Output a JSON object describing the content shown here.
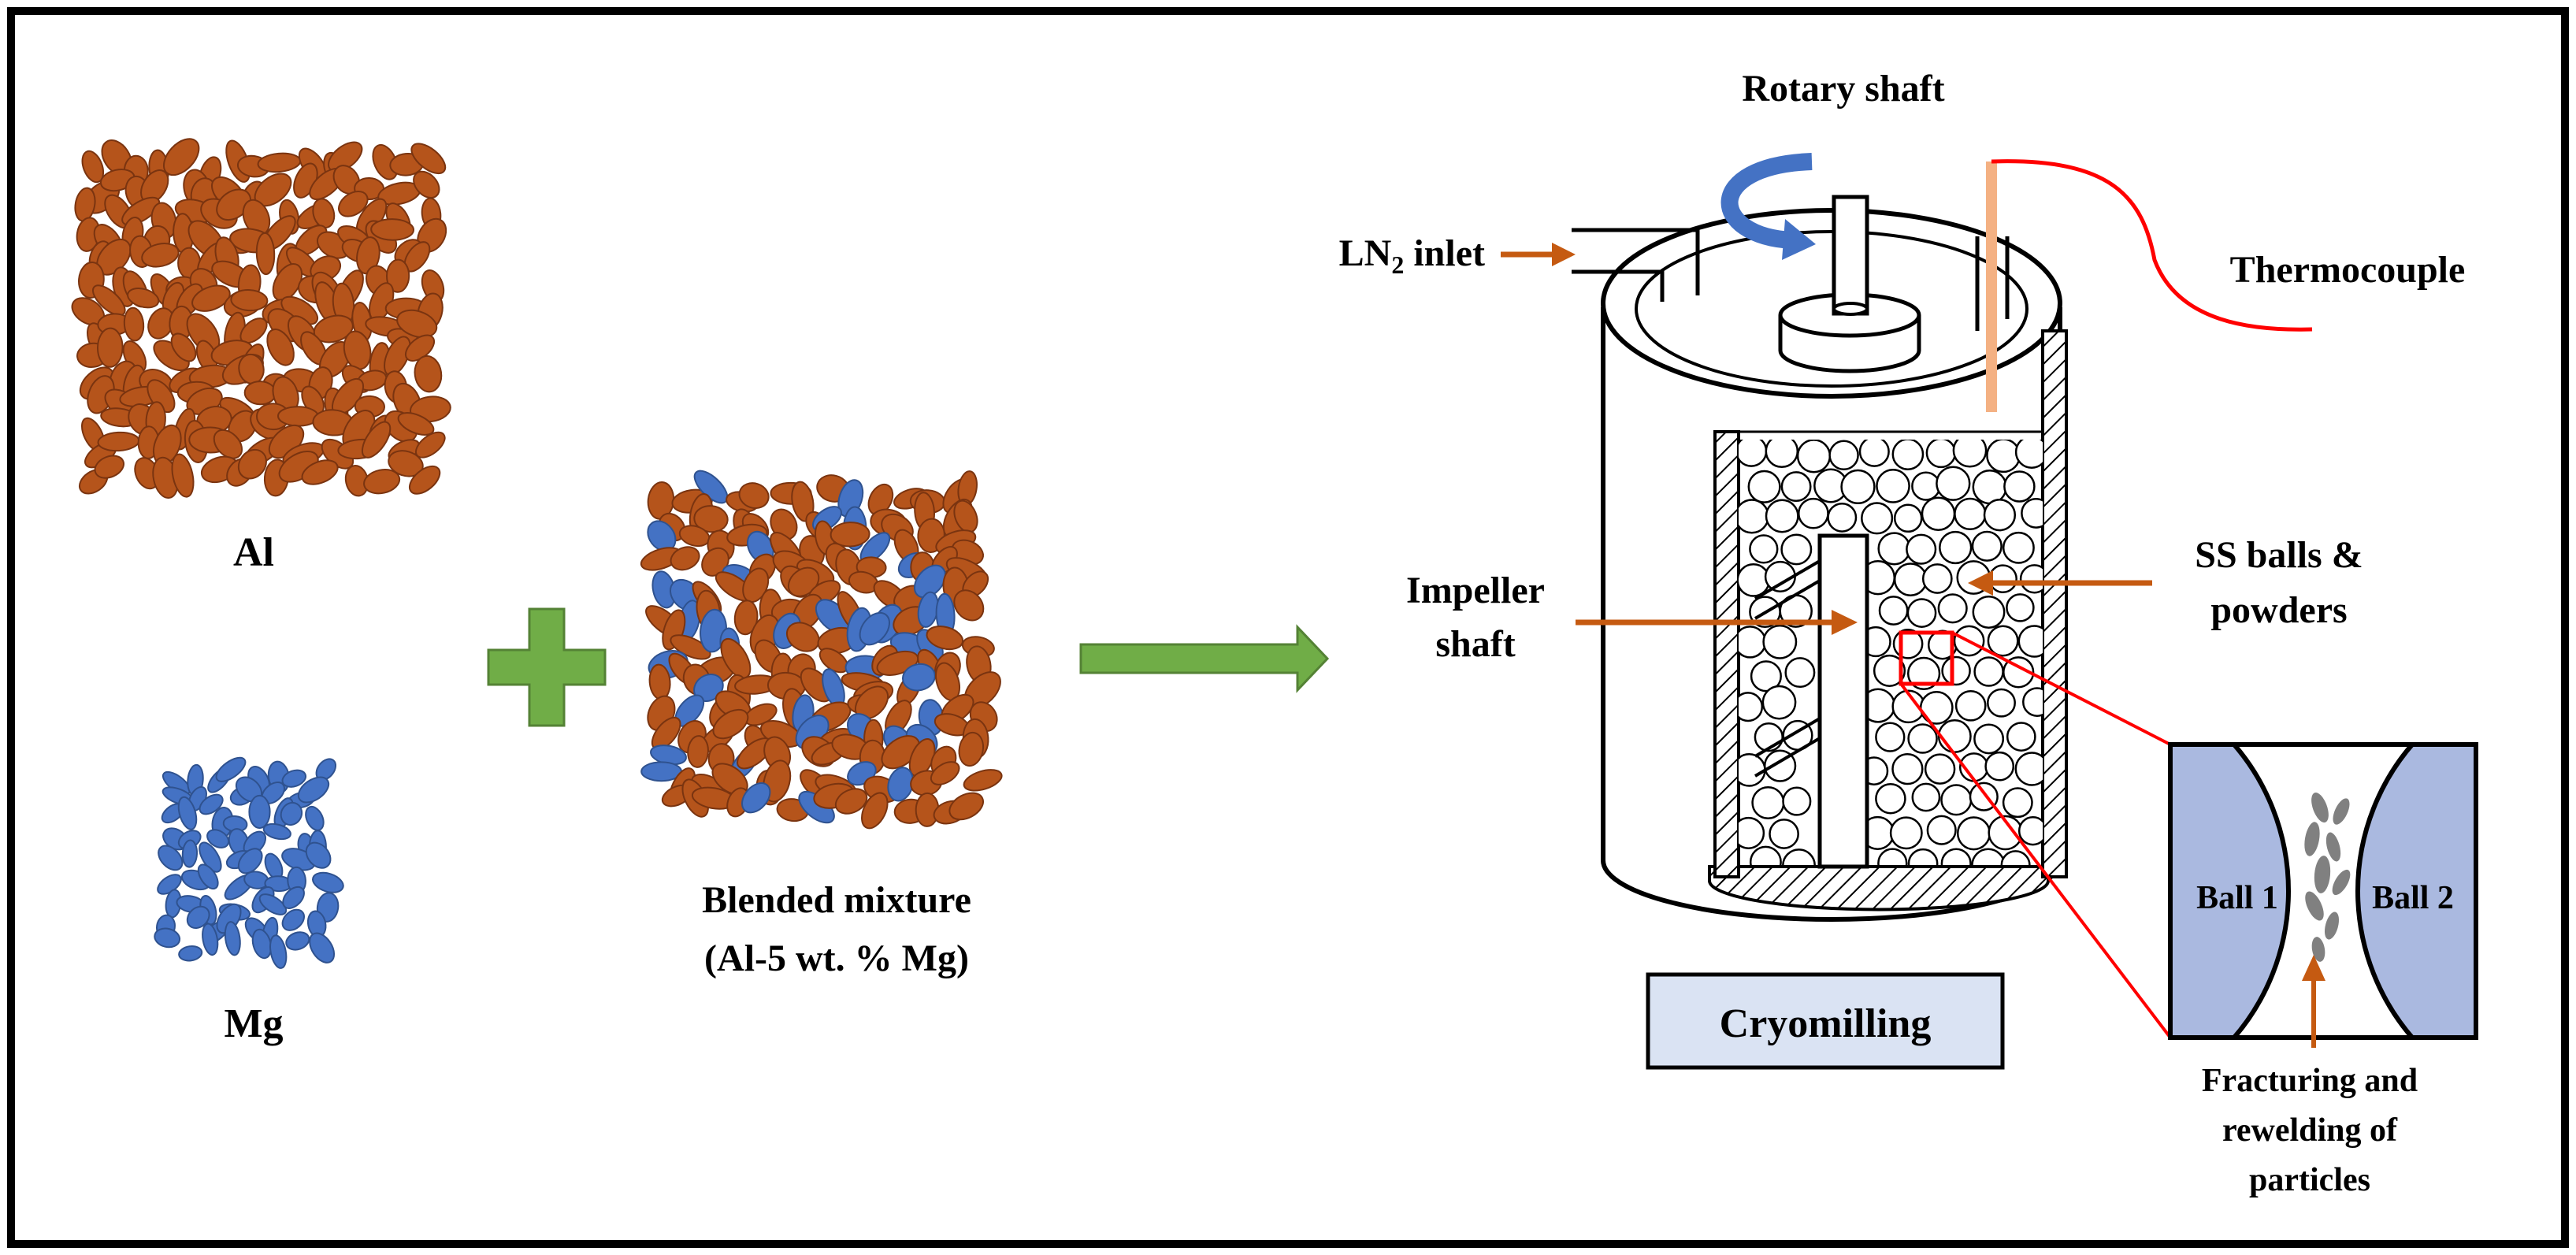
{
  "labels": {
    "al": "Al",
    "mg": "Mg",
    "blended_line1": "Blended mixture",
    "blended_line2": "(Al-5 wt. % Mg)",
    "rotary_shaft": "Rotary shaft",
    "ln2_main": "LN",
    "ln2_sub": "2",
    "ln2_rest": " inlet",
    "thermocouple": "Thermocouple",
    "impeller_line1": "Impeller",
    "impeller_line2": "shaft",
    "ss_line1": "SS balls  &",
    "ss_line2": "powders",
    "cryomilling": "Cryomilling",
    "ball1": "Ball 1",
    "ball2": "Ball 2",
    "fracture_line1": "Fracturing and",
    "fracture_line2": "rewelding of",
    "fracture_line3": "particles"
  },
  "colors": {
    "al_particle": "#b5541b",
    "al_edge": "#7a3410",
    "mg_particle": "#4472c4",
    "mg_edge": "#2f528f",
    "green_arrow": "#70ad47",
    "orange_arrow": "#c55a11",
    "thermocouple_wire": "#ff0000",
    "probe": "#f4b183",
    "rotation_arrow": "#4472c4",
    "cryo_box_fill": "#dae3f3",
    "ball_fill": "#aab9e0",
    "inset_border": "#ff0000",
    "fragment": "#808080"
  },
  "icons": {
    "plus": "plus-icon",
    "process_arrow": "right-arrow-icon",
    "rotation": "rotation-arrow-icon"
  }
}
